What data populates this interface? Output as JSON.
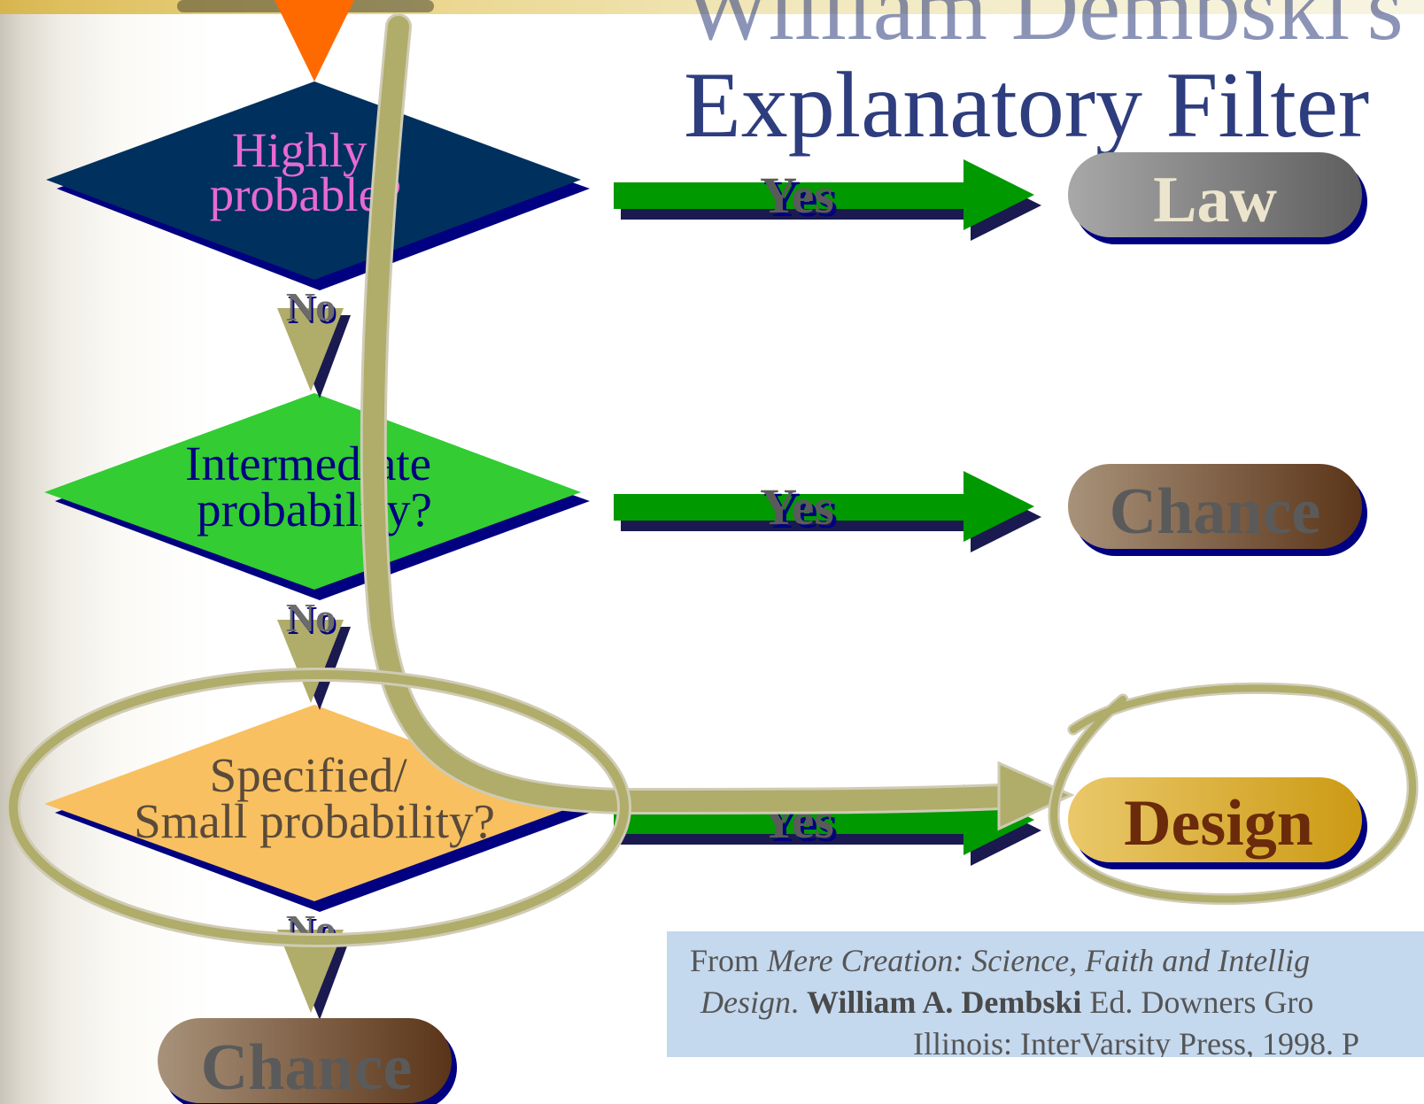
{
  "title": {
    "line1": "William Dembski's",
    "line2": "Explanatory Filter"
  },
  "decisions": [
    {
      "id": "highly",
      "line1": "Highly",
      "line2": "probable?",
      "fill": "#00305e",
      "text_color": "#e86ad0"
    },
    {
      "id": "intermediate",
      "line1": "Intermediate",
      "line2": "probability?",
      "fill": "#33cc33",
      "text_color": "#000080"
    },
    {
      "id": "specified",
      "line1": "Specified/",
      "line2": "Small probability?",
      "fill": "#f8c060",
      "text_color": "#5a4a3a"
    }
  ],
  "branch_labels": {
    "yes": "Yes",
    "no": "No"
  },
  "outcomes": {
    "law": "Law",
    "chance_right": "Chance",
    "design": "Design",
    "chance_bottom": "Chance"
  },
  "citation": {
    "prefix": "From ",
    "book_title_a": "Mere Creation: Science, Faith and Intellig",
    "book_title_b": "Design",
    "after_title": ". ",
    "author": "William A. Dembski",
    "publisher_a": " Ed. Downers Gro",
    "publisher_b": "Illinois: InterVarsity Press, 1998. P"
  },
  "colors": {
    "title": "#2e3d7e",
    "yes_arrow": "#009900",
    "no_arrow": "#b0ac6a",
    "annotation": "#b0ac6a",
    "start_arrow": "#ff6600",
    "citation_bg": "#c4d8ee"
  }
}
